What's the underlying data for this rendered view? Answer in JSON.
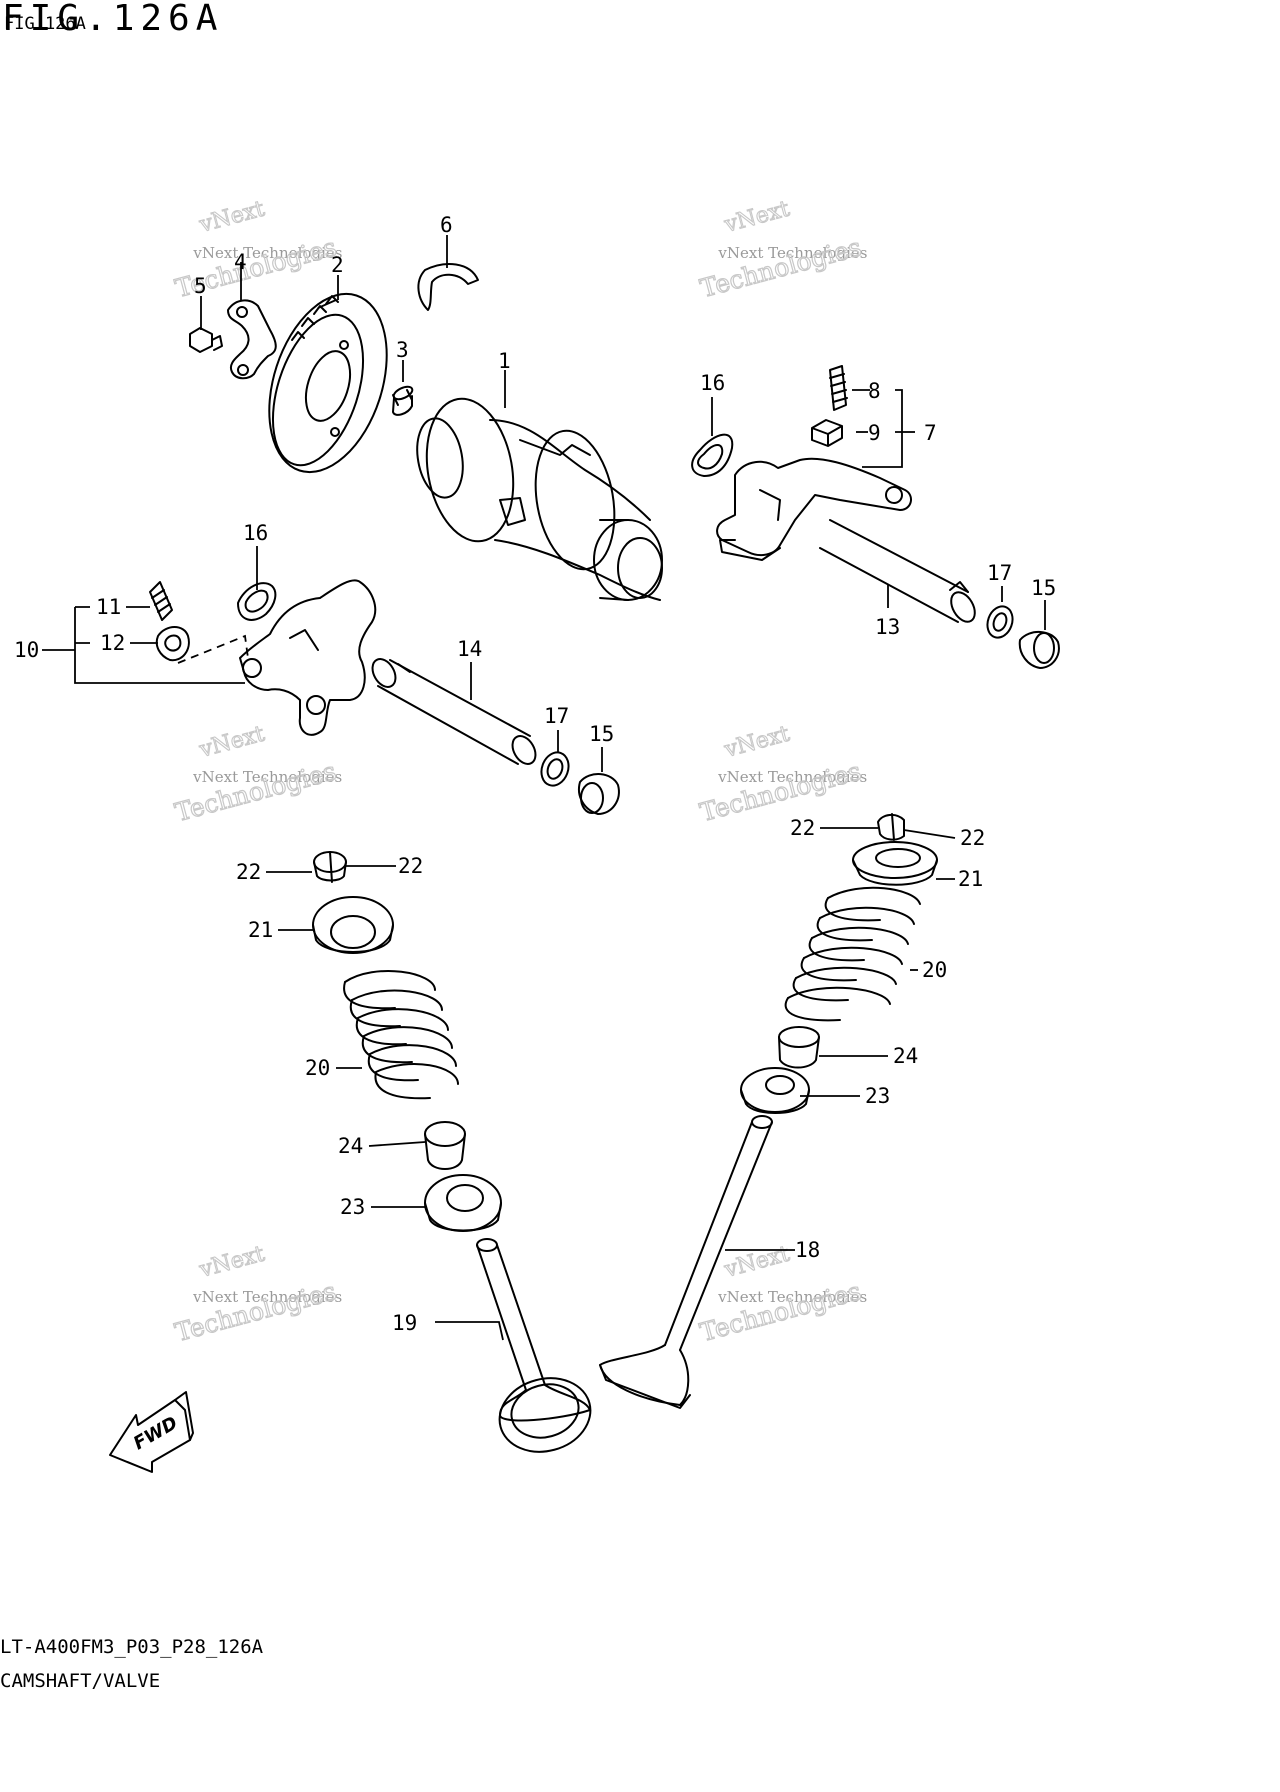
{
  "header": {
    "figure_title": "FIG.126A",
    "figure_title_overlay": "FIG.126A"
  },
  "watermark": {
    "line1": "vNext",
    "line2": "vNext Technologies",
    "line3": "Technologies"
  },
  "callouts": {
    "p1": "1",
    "p2": "2",
    "p3": "3",
    "p4": "4",
    "p5": "5",
    "p6": "6",
    "p7": "7",
    "p8": "8",
    "p9": "9",
    "p10": "10",
    "p11": "11",
    "p12": "12",
    "p13": "13",
    "p14": "14",
    "p15": "15",
    "p16": "16",
    "p17": "17",
    "p18": "18",
    "p19": "19",
    "p20": "20",
    "p21": "21",
    "p22": "22",
    "p23": "23",
    "p24": "24"
  },
  "fwd_label": "FWD",
  "footer": {
    "model_code": "LT-A400FM3_P03_P28_126A",
    "section_name": "CAMSHAFT/VALVE"
  }
}
